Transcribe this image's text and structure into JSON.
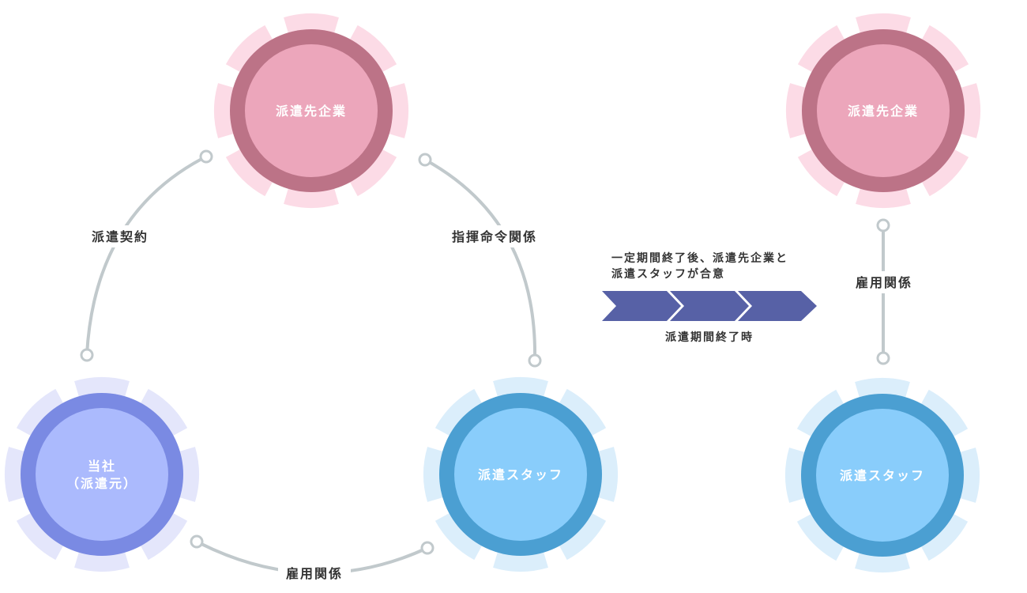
{
  "colors": {
    "client": {
      "petal": "#fcdbe6",
      "ring": "#bc7387",
      "fill": "#eca6bb"
    },
    "staff": {
      "petal": "#dbeefb",
      "ring": "#4b9fd2",
      "fill": "#89cdfb"
    },
    "agency": {
      "petal": "#e4e6fb",
      "ring": "#7a8ae3",
      "fill": "#abbafd"
    },
    "connector": "#c1c9cc",
    "arrow": "#5761a6"
  },
  "left": {
    "client_node": {
      "label": "派遣先企業"
    },
    "agency_node": {
      "line1": "当社",
      "line2": "（派遣元）"
    },
    "staff_node": {
      "label": "派遣スタッフ"
    },
    "contract_label": "派遣契約",
    "command_label": "指揮命令関係",
    "employment_label": "雇用関係"
  },
  "transition": {
    "note_line1": "一定期間終了後、派遣先企業と",
    "note_line2": "派遣スタッフが合意",
    "caption": "派遣期間終了時"
  },
  "right": {
    "client_node": {
      "label": "派遣先企業"
    },
    "staff_node": {
      "label": "派遣スタッフ"
    },
    "employment_label": "雇用関係"
  }
}
